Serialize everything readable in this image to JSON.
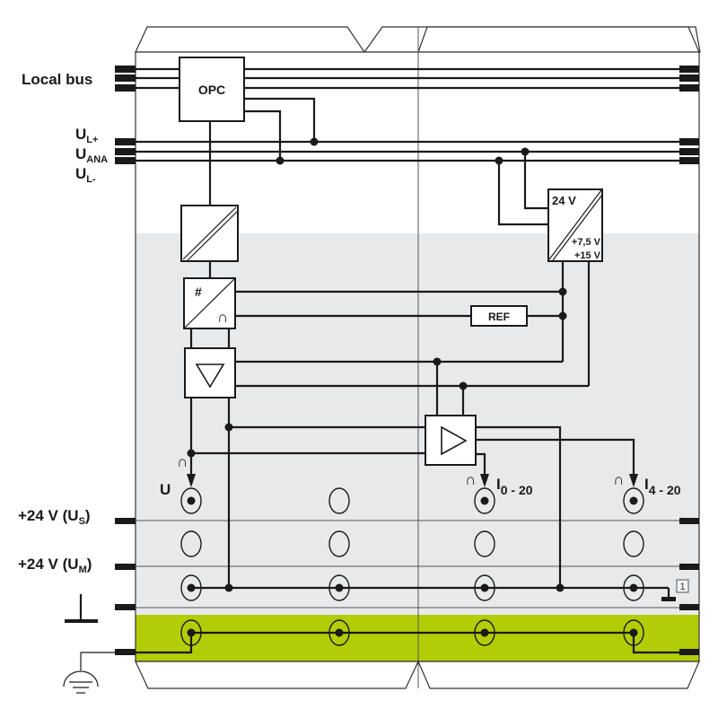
{
  "labels": {
    "local_bus": "Local bus",
    "ul_plus_main": "U",
    "ul_plus_sub": "L+",
    "uana_main": "U",
    "uana_sub": "ANA",
    "ul_minus_main": "U",
    "ul_minus_sub": "L-",
    "us_main": "+24 V (U",
    "us_sub": "S",
    "us_close": ")",
    "um_main": "+24 V (U",
    "um_sub": "M",
    "um_close": ")"
  },
  "blocks": {
    "opc": "OPC",
    "supply_in": "24 V",
    "supply_out1": "+7,5 V",
    "supply_out2": "+15 V",
    "ref": "REF",
    "adc_digital": "#",
    "adc_analog": "∩"
  },
  "outputs": {
    "voltage_symbol": "∩",
    "voltage_label": "U",
    "i020_symbol": "∩",
    "i020_main": "I",
    "i020_sub": "0 - 20",
    "i420_symbol": "∩",
    "i420_main": "I",
    "i420_sub": "4 - 20"
  },
  "note_marker": "1",
  "colors": {
    "background": "#ffffff",
    "module_gray": "#e8e9eb",
    "pe_green": "#b2cc06",
    "line": "#1a1a1a"
  }
}
